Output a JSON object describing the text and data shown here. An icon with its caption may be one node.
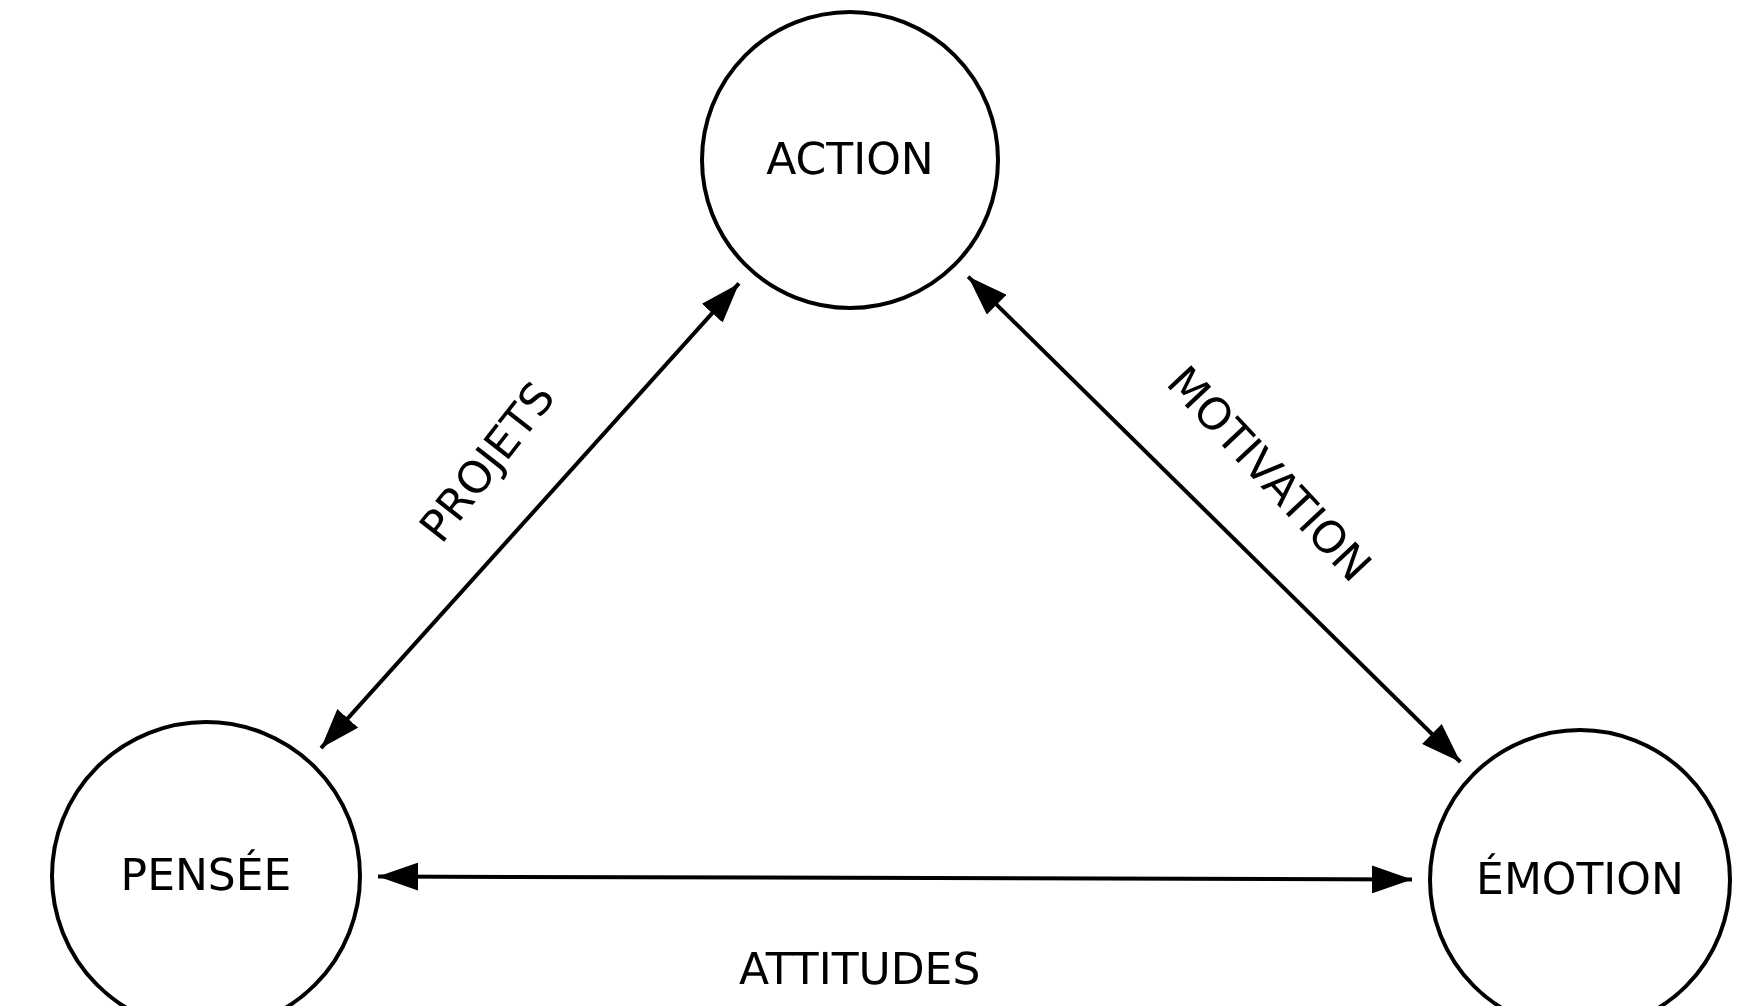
{
  "diagram": {
    "nodes": [
      {
        "text": [
          "ACTION"
        ]
      },
      {
        "text": [
          "PENSÉE"
        ]
      },
      {
        "text": [
          "ÉMOTION"
        ]
      }
    ],
    "edges": [
      {
        "from": 1,
        "to": 0,
        "arrow": "both",
        "label": "PROJETS"
      },
      {
        "from": 0,
        "to": 2,
        "arrow": "both",
        "label": "MOTIVATION"
      },
      {
        "from": 1,
        "to": 2,
        "arrow": "both",
        "label": "ATTITUDES"
      }
    ]
  }
}
